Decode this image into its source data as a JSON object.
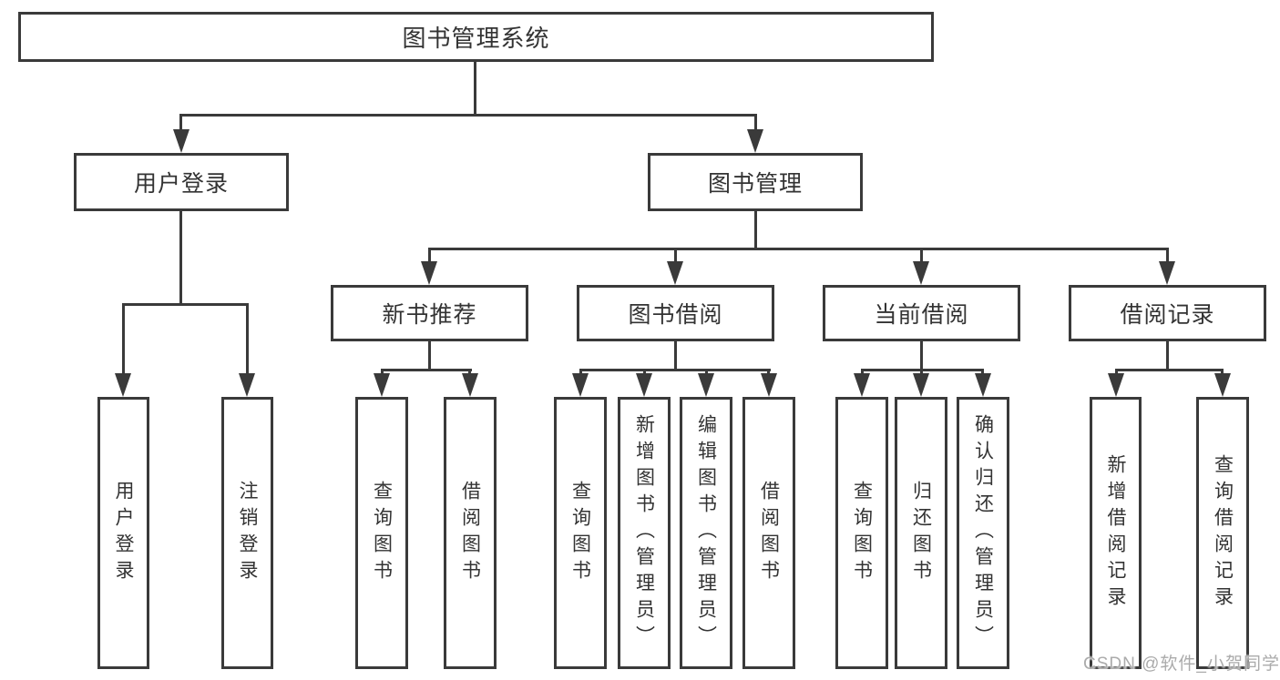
{
  "diagram": {
    "type": "org-tree",
    "title": "图书管理系统",
    "nodes": {
      "root": {
        "label": "图书管理系统",
        "children": [
          "user_login",
          "book_mgmt"
        ]
      },
      "user_login": {
        "label": "用户登录",
        "children": [
          "login",
          "logout"
        ]
      },
      "book_mgmt": {
        "label": "图书管理",
        "children": [
          "new_book_rec",
          "book_borrow",
          "current_borrow",
          "borrow_record"
        ]
      },
      "login": {
        "label": "用户登录"
      },
      "logout": {
        "label": "注销登录"
      },
      "new_book_rec": {
        "label": "新书推荐",
        "children": [
          "nbr_query",
          "nbr_borrow"
        ]
      },
      "book_borrow": {
        "label": "图书借阅",
        "children": [
          "bb_query",
          "bb_add",
          "bb_edit",
          "bb_borrow"
        ]
      },
      "current_borrow": {
        "label": "当前借阅",
        "children": [
          "cb_query",
          "cb_return",
          "cb_confirm"
        ]
      },
      "borrow_record": {
        "label": "借阅记录",
        "children": [
          "br_add",
          "br_query"
        ]
      },
      "nbr_query": {
        "label": "查询图书"
      },
      "nbr_borrow": {
        "label": "借阅图书"
      },
      "bb_query": {
        "label": "查询图书"
      },
      "bb_add": {
        "label": "新增图书（管理员）"
      },
      "bb_edit": {
        "label": "编辑图书（管理员）"
      },
      "bb_borrow": {
        "label": "借阅图书"
      },
      "cb_query": {
        "label": "查询图书"
      },
      "cb_return": {
        "label": "归还图书"
      },
      "cb_confirm": {
        "label": "确认归还（管理员）"
      },
      "br_add": {
        "label": "新增借阅记录"
      },
      "br_query": {
        "label": "查询借阅记录"
      }
    }
  },
  "watermark": {
    "text": "CSDN @软件_小贺同学"
  },
  "colors": {
    "line": "#3A3A3A",
    "text": "#333333",
    "box_bg": "#FFFFFF",
    "watermark": "#ABABAB"
  }
}
